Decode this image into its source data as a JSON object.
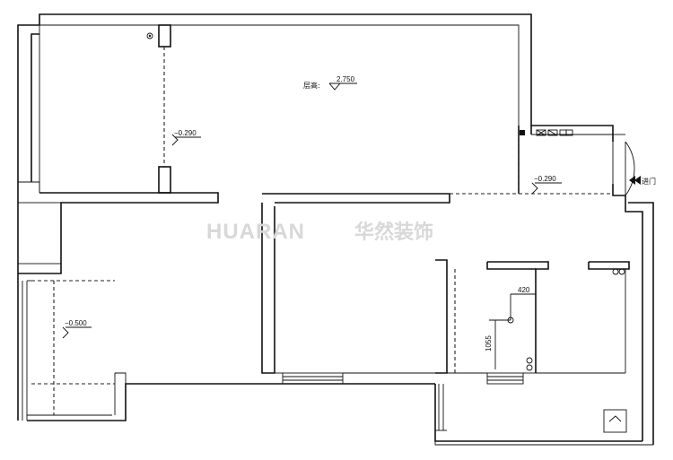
{
  "labels": {
    "ceiling_height_label": "层高:",
    "ceiling_height_value": "2.750",
    "level_left_room": "−0.290",
    "level_entry": "−0.290",
    "level_balcony": "−0.500",
    "dim_width": "420",
    "dim_height": "1055",
    "entrance": "进门"
  },
  "watermark": {
    "latin": "HUARAN",
    "chinese": "华然装饰"
  },
  "colors": {
    "line": "#111111",
    "watermark": "#d8d8d8"
  }
}
